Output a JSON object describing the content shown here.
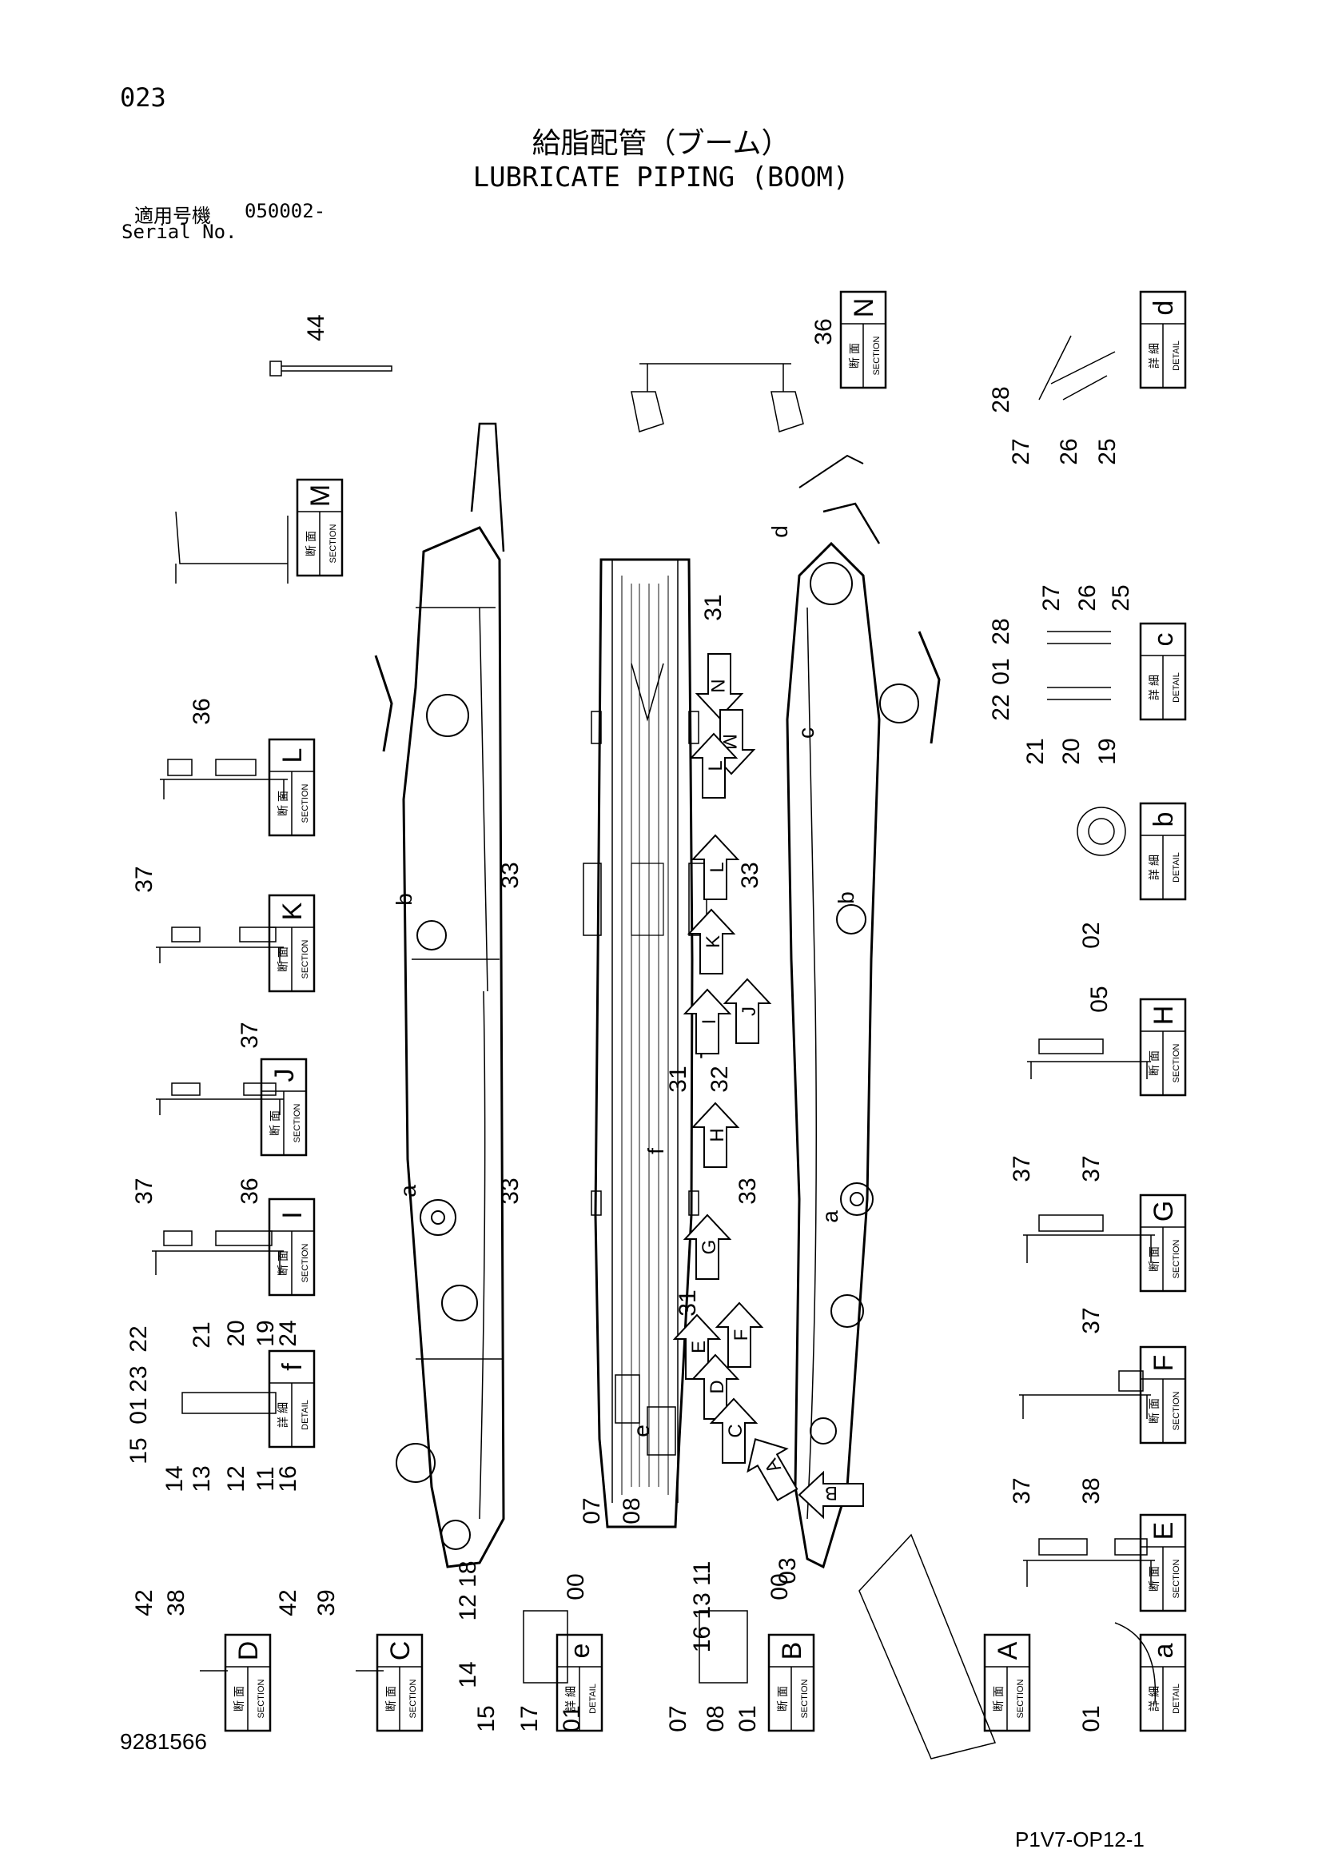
{
  "header": {
    "page_number": "023",
    "title_jp": "給脂配管（ブーム）",
    "title_en": "LUBRICATE PIPING (BOOM)",
    "serial_label_jp": "適用号機",
    "serial_value": "050002-",
    "serial_label_en": "Serial No."
  },
  "footer": {
    "document_number": "9281566",
    "drawing_code": "P1V7-OP12-1"
  },
  "label_types": {
    "section_jp": "断 面",
    "section_en": "SECTION",
    "detail_jp": "詳 細",
    "detail_en": "DETAIL"
  },
  "views": [
    {
      "id": "view-N",
      "kind": "section",
      "letter": "N"
    },
    {
      "id": "view-d",
      "kind": "detail",
      "letter": "d"
    },
    {
      "id": "view-M",
      "kind": "section",
      "letter": "M"
    },
    {
      "id": "view-L",
      "kind": "section",
      "letter": "L"
    },
    {
      "id": "view-c",
      "kind": "detail",
      "letter": "c"
    },
    {
      "id": "view-b",
      "kind": "detail",
      "letter": "b"
    },
    {
      "id": "view-K",
      "kind": "section",
      "letter": "K"
    },
    {
      "id": "view-J",
      "kind": "section",
      "letter": "J"
    },
    {
      "id": "view-H",
      "kind": "section",
      "letter": "H"
    },
    {
      "id": "view-I",
      "kind": "section",
      "letter": "I"
    },
    {
      "id": "view-G",
      "kind": "section",
      "letter": "G"
    },
    {
      "id": "view-f",
      "kind": "detail",
      "letter": "f"
    },
    {
      "id": "view-F",
      "kind": "section",
      "letter": "F"
    },
    {
      "id": "view-E",
      "kind": "section",
      "letter": "E"
    },
    {
      "id": "view-D",
      "kind": "section",
      "letter": "D"
    },
    {
      "id": "view-C",
      "kind": "section",
      "letter": "C"
    },
    {
      "id": "view-e",
      "kind": "detail",
      "letter": "e"
    },
    {
      "id": "view-B",
      "kind": "section",
      "letter": "B"
    },
    {
      "id": "view-A",
      "kind": "section",
      "letter": "A"
    },
    {
      "id": "view-a",
      "kind": "detail",
      "letter": "a"
    }
  ],
  "part_callouts": [
    {
      "id": "c44",
      "text": "44"
    },
    {
      "id": "c36n",
      "text": "36"
    },
    {
      "id": "c28d",
      "text": "28"
    },
    {
      "id": "c27d",
      "text": "27"
    },
    {
      "id": "c26d",
      "text": "26"
    },
    {
      "id": "c25d",
      "text": "25"
    },
    {
      "id": "c31a",
      "text": "31"
    },
    {
      "id": "c27c",
      "text": "27"
    },
    {
      "id": "c26c",
      "text": "26"
    },
    {
      "id": "c25c",
      "text": "25"
    },
    {
      "id": "c28c",
      "text": "28"
    },
    {
      "id": "c01c",
      "text": "01"
    },
    {
      "id": "c22c",
      "text": "22"
    },
    {
      "id": "c21c",
      "text": "21"
    },
    {
      "id": "c20c",
      "text": "20"
    },
    {
      "id": "c19c",
      "text": "19"
    },
    {
      "id": "c36l",
      "text": "36"
    },
    {
      "id": "c33l",
      "text": "33"
    },
    {
      "id": "c33r",
      "text": "33"
    },
    {
      "id": "c02b",
      "text": "02"
    },
    {
      "id": "c37k",
      "text": "37"
    },
    {
      "id": "c37j",
      "text": "37"
    },
    {
      "id": "c31b",
      "text": "31"
    },
    {
      "id": "c32",
      "text": "32"
    },
    {
      "id": "cdash",
      "text": "-"
    },
    {
      "id": "c05",
      "text": "05"
    },
    {
      "id": "c37i",
      "text": "37"
    },
    {
      "id": "c36i",
      "text": "36"
    },
    {
      "id": "c33m",
      "text": "33"
    },
    {
      "id": "c33n",
      "text": "33"
    },
    {
      "id": "c37g1",
      "text": "37"
    },
    {
      "id": "c37g2",
      "text": "37"
    },
    {
      "id": "c31c",
      "text": "31"
    },
    {
      "id": "c22f",
      "text": "22"
    },
    {
      "id": "c21f",
      "text": "21"
    },
    {
      "id": "c20f",
      "text": "20"
    },
    {
      "id": "c19f",
      "text": "19"
    },
    {
      "id": "c24f",
      "text": "24"
    },
    {
      "id": "c23f",
      "text": "23"
    },
    {
      "id": "c01f",
      "text": "01"
    },
    {
      "id": "c15f",
      "text": "15"
    },
    {
      "id": "c14f",
      "text": "14"
    },
    {
      "id": "c13f",
      "text": "13"
    },
    {
      "id": "c12f",
      "text": "12"
    },
    {
      "id": "c11f",
      "text": "11"
    },
    {
      "id": "c16f",
      "text": "16"
    },
    {
      "id": "c37f",
      "text": "37"
    },
    {
      "id": "c07",
      "text": "07"
    },
    {
      "id": "c08",
      "text": "08"
    },
    {
      "id": "c37e",
      "text": "37"
    },
    {
      "id": "c38e",
      "text": "38"
    },
    {
      "id": "c03",
      "text": "03"
    },
    {
      "id": "c42d",
      "text": "42"
    },
    {
      "id": "c38d",
      "text": "38"
    },
    {
      "id": "c42c",
      "text": "42"
    },
    {
      "id": "c39c",
      "text": "39"
    },
    {
      "id": "c1218",
      "text": "12 18"
    },
    {
      "id": "c00e",
      "text": "00"
    },
    {
      "id": "c14e",
      "text": "14"
    },
    {
      "id": "c15e",
      "text": "15"
    },
    {
      "id": "c17e",
      "text": "17"
    },
    {
      "id": "c01e",
      "text": "01"
    },
    {
      "id": "c1311",
      "text": "16 13 11"
    },
    {
      "id": "c00b",
      "text": "00"
    },
    {
      "id": "c07b",
      "text": "07"
    },
    {
      "id": "c08b",
      "text": "08"
    },
    {
      "id": "c01b",
      "text": "01"
    },
    {
      "id": "c01a",
      "text": "01"
    }
  ],
  "view_refs": [
    {
      "id": "rd",
      "text": "d"
    },
    {
      "id": "rc",
      "text": "c"
    },
    {
      "id": "rb1",
      "text": "b"
    },
    {
      "id": "rb2",
      "text": "b"
    },
    {
      "id": "ra1",
      "text": "a"
    },
    {
      "id": "ra2",
      "text": "a"
    },
    {
      "id": "rf",
      "text": "f"
    },
    {
      "id": "re",
      "text": "e"
    }
  ],
  "arrows": [
    {
      "id": "aN",
      "letter": "N"
    },
    {
      "id": "aM",
      "letter": "M"
    },
    {
      "id": "aL1",
      "letter": "L"
    },
    {
      "id": "aL2",
      "letter": "L"
    },
    {
      "id": "aK",
      "letter": "K"
    },
    {
      "id": "aI",
      "letter": "I"
    },
    {
      "id": "aJ",
      "letter": "J"
    },
    {
      "id": "aH",
      "letter": "H"
    },
    {
      "id": "aG",
      "letter": "G"
    },
    {
      "id": "aE",
      "letter": "E"
    },
    {
      "id": "aF",
      "letter": "F"
    },
    {
      "id": "aD",
      "letter": "D"
    },
    {
      "id": "aC",
      "letter": "C"
    },
    {
      "id": "aA",
      "letter": "A"
    },
    {
      "id": "aB",
      "letter": "B"
    }
  ]
}
